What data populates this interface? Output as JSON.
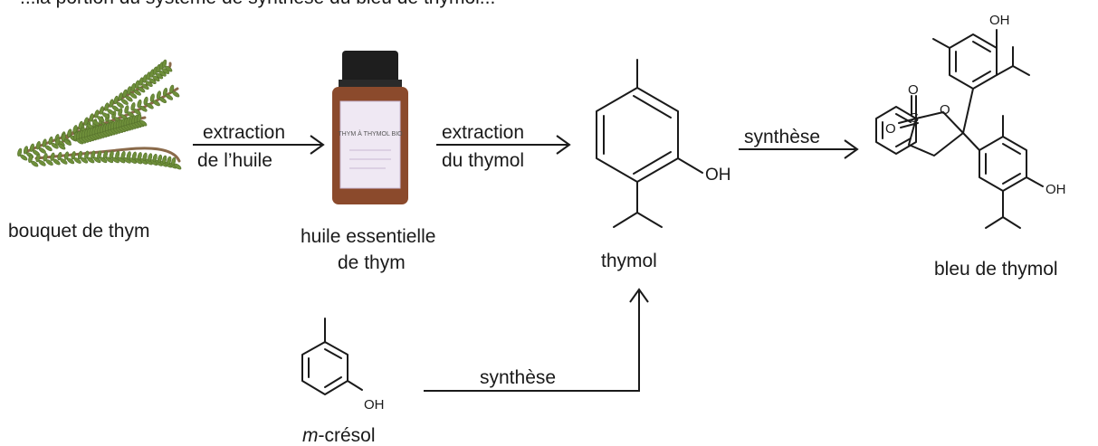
{
  "top_text": "...la portion du système de synthèse du bleu de thymol...",
  "labels": {
    "thyme_bunch": "bouquet de thym",
    "oil_line1": "huile essentielle",
    "oil_line2": "de thym",
    "thymol": "thymol",
    "thymol_blue": "bleu de thymol",
    "mcresol_prefix": "m",
    "mcresol_suffix": "-crésol"
  },
  "arrows": {
    "a1_line1": "extraction",
    "a1_line2": "de l’huile",
    "a2_line1": "extraction",
    "a2_line2": "du thymol",
    "a3": "synthèse",
    "a4": "synthèse"
  },
  "atoms": {
    "oh": "OH",
    "o": "O",
    "s": "S"
  },
  "bottle_label": "THYM À THYMOL BIO",
  "colors": {
    "ink": "#1a1a1a",
    "thyme_green": "#6e8f3a",
    "stem_brown": "#8a6a4a",
    "bottle_brown": "#8b4a2c",
    "cap_black": "#1e1e1e"
  }
}
